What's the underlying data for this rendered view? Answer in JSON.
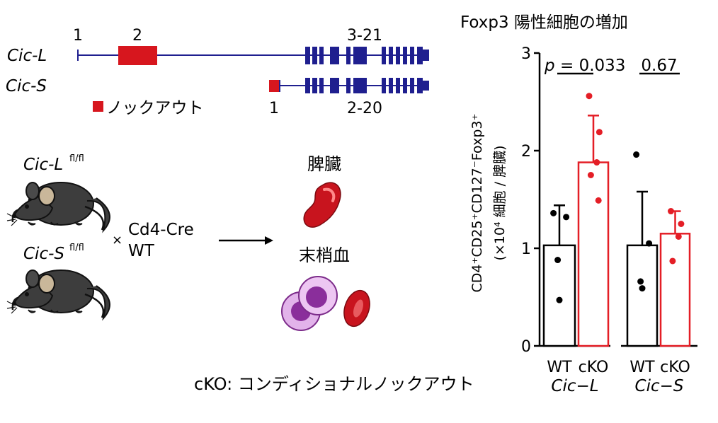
{
  "gene_map": {
    "exon_labels": {
      "cic_l_first": "1",
      "cic_l_second": "2",
      "cic_l_range": "3-21",
      "cic_s_first": "1",
      "cic_s_range": "2-20"
    },
    "isoforms": {
      "cic_l": "Cic-L",
      "cic_s": "Cic-S"
    },
    "legend_knockout": "ノックアウト",
    "colors": {
      "exon": "#1f1f8f",
      "knockout": "#d7161e"
    }
  },
  "cross": {
    "mouse_l": {
      "name": "Cic-L",
      "sup": "fl/fl"
    },
    "mouse_s": {
      "name": "Cic-S",
      "sup": "fl/fl"
    },
    "times_symbol": "×",
    "cre_line": "Cd4-Cre",
    "wt_line": "WT",
    "tissues": {
      "spleen": "脾臓",
      "blood": "末梢血"
    }
  },
  "footnote": "cKO: コンディショナルノックアウト",
  "chart_data": {
    "type": "bar",
    "title": "Foxp3 陽性細胞の増加",
    "ylabel_line1": "CD4⁺CD25⁺CD127⁻Foxp3⁺",
    "ylabel_line2": "(×10⁴ 細胞 / 脾臓)",
    "ylim": [
      0,
      3
    ],
    "yticks": [
      "0",
      "1",
      "2",
      "3"
    ],
    "categories": [
      "WT",
      "cKO",
      "WT",
      "cKO"
    ],
    "groups": [
      {
        "name": "Cic−L",
        "bars": [
          {
            "label": "WT",
            "mean": 1.03,
            "err": 0.41,
            "points": [
              1.36,
              1.32,
              0.88,
              0.47
            ]
          },
          {
            "label": "cKO",
            "mean": 1.88,
            "err": 0.48,
            "points": [
              2.56,
              2.19,
              1.88,
              1.75,
              1.49
            ]
          }
        ],
        "p_value": {
          "prefix": "p",
          "text": "= 0.033"
        }
      },
      {
        "name": "Cic−S",
        "bars": [
          {
            "label": "WT",
            "mean": 1.03,
            "err": 0.55,
            "points": [
              1.96,
              1.05,
              0.66,
              0.59
            ]
          },
          {
            "label": "cKO",
            "mean": 1.15,
            "err": 0.23,
            "points": [
              1.38,
              1.25,
              1.12,
              0.87
            ]
          }
        ],
        "p_value": {
          "prefix": "",
          "text": "0.67"
        }
      }
    ],
    "colors": {
      "wt": "#000000",
      "cko": "#e41e26"
    }
  }
}
